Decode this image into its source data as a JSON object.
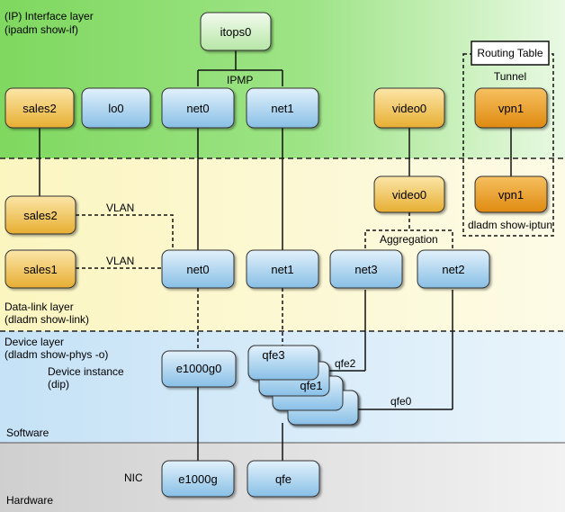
{
  "layers": {
    "ip_title": "(IP) Interface layer",
    "ip_cmd": "(ipadm show-if)",
    "datalink_title": "Data-link layer",
    "datalink_cmd": "(dladm show-link)",
    "device_title": "Device layer",
    "device_cmd": "(dladm show-phys -o)",
    "device_instance": "Device instance",
    "device_instance_cmd": "(dip)",
    "software": "Software",
    "hardware": "Hardware",
    "nic": "NIC"
  },
  "labels": {
    "ipmp": "IPMP",
    "routing_table": "Routing Table",
    "tunnel": "Tunnel",
    "vlan_upper": "VLAN",
    "vlan_lower": "VLAN",
    "aggregation": "Aggregation",
    "iptun_cmd": "dladm show-iptun"
  },
  "nodes": {
    "itops0": "itops0",
    "sales2_ip": "sales2",
    "lo0": "lo0",
    "net0_ip": "net0",
    "net1_ip": "net1",
    "video0_ip": "video0",
    "vpn1_ip": "vpn1",
    "video0_dl": "video0",
    "vpn1_dl": "vpn1",
    "sales2_dl": "sales2",
    "sales1_dl": "sales1",
    "net0_dl": "net0",
    "net1_dl": "net1",
    "net3_dl": "net3",
    "net2_dl": "net2",
    "e1000g0": "e1000g0",
    "qfe3": "qfe3",
    "qfe2": "qfe2",
    "qfe1": "qfe1",
    "qfe0": "qfe0",
    "e1000g": "e1000g",
    "qfe": "qfe"
  },
  "colors": {
    "ip_band": "#86dc6a",
    "datalink_band": "#fbf6c8",
    "device_band": "#cfe6f6",
    "hardware_band": "#d6d6d6",
    "node_blue": "#a8cfeb",
    "node_gold": "#efc45c",
    "node_orange": "#ea9a1c",
    "node_green": "#cdf0c0"
  }
}
